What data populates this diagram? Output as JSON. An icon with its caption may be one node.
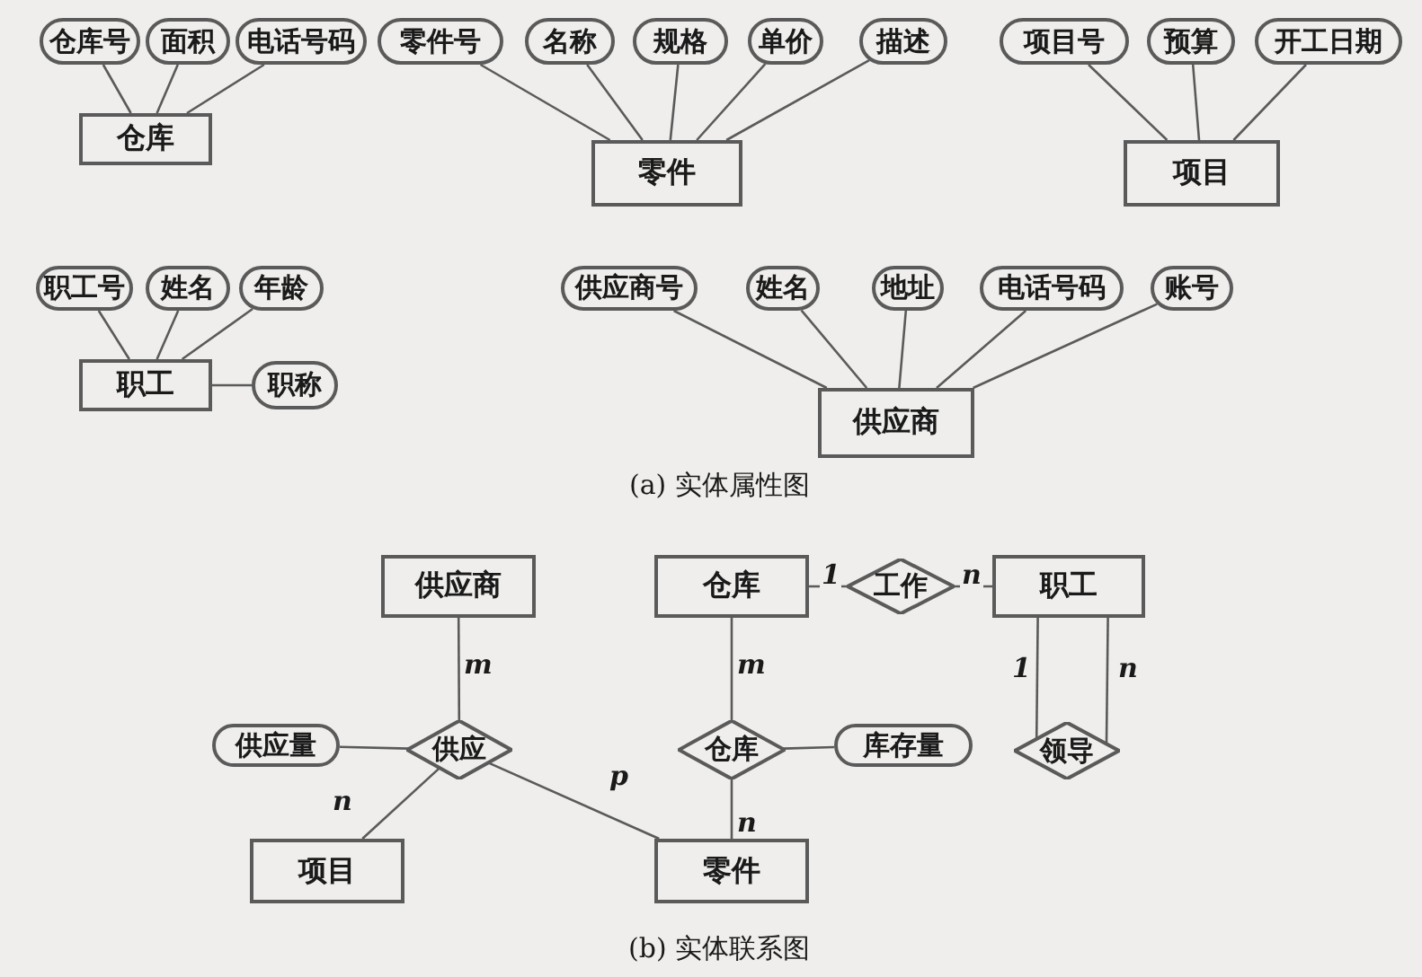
{
  "diagram": {
    "nodes": [
      {
        "text": [
          "仓库号"
        ]
      },
      {
        "text": [
          "面积"
        ]
      },
      {
        "text": [
          "电话号码"
        ]
      },
      {
        "text": [
          "仓库"
        ]
      },
      {
        "text": [
          "零件号"
        ]
      },
      {
        "text": [
          "名称"
        ]
      },
      {
        "text": [
          "规格"
        ]
      },
      {
        "text": [
          "单价"
        ]
      },
      {
        "text": [
          "描述"
        ]
      },
      {
        "text": [
          "零件"
        ]
      },
      {
        "text": [
          "项目号"
        ]
      },
      {
        "text": [
          "预算"
        ]
      },
      {
        "text": [
          "开工日期"
        ]
      },
      {
        "text": [
          "项目"
        ]
      },
      {
        "text": [
          "职工号"
        ]
      },
      {
        "text": [
          "姓名"
        ]
      },
      {
        "text": [
          "年龄"
        ]
      },
      {
        "text": [
          "职工"
        ]
      },
      {
        "text": [
          "职称"
        ]
      },
      {
        "text": [
          "供应商号"
        ]
      },
      {
        "text": [
          "姓名"
        ]
      },
      {
        "text": [
          "地址"
        ]
      },
      {
        "text": [
          "电话号码"
        ]
      },
      {
        "text": [
          "账号"
        ]
      },
      {
        "text": [
          "供应商"
        ]
      },
      {
        "text": [
          "供应商"
        ]
      },
      {
        "text": [
          "仓库"
        ]
      },
      {
        "text": [
          "工作"
        ]
      },
      {
        "text": [
          "职工"
        ]
      },
      {
        "text": [
          "供应量"
        ]
      },
      {
        "text": [
          "供应"
        ]
      },
      {
        "text": [
          "仓库"
        ]
      },
      {
        "text": [
          "库存量"
        ]
      },
      {
        "text": [
          "领导"
        ]
      },
      {
        "text": [
          "项目"
        ]
      },
      {
        "text": [
          "零件"
        ]
      }
    ],
    "edges": [
      {
        "from": 0,
        "to": 3,
        "arrow": "none"
      },
      {
        "from": 1,
        "to": 3,
        "arrow": "none"
      },
      {
        "from": 2,
        "to": 3,
        "arrow": "none"
      },
      {
        "from": 4,
        "to": 9,
        "arrow": "none"
      },
      {
        "from": 5,
        "to": 9,
        "arrow": "none"
      },
      {
        "from": 6,
        "to": 9,
        "arrow": "none"
      },
      {
        "from": 7,
        "to": 9,
        "arrow": "none"
      },
      {
        "from": 8,
        "to": 9,
        "arrow": "none"
      },
      {
        "from": 10,
        "to": 13,
        "arrow": "none"
      },
      {
        "from": 11,
        "to": 13,
        "arrow": "none"
      },
      {
        "from": 12,
        "to": 13,
        "arrow": "none"
      },
      {
        "from": 14,
        "to": 17,
        "arrow": "none"
      },
      {
        "from": 15,
        "to": 17,
        "arrow": "none"
      },
      {
        "from": 16,
        "to": 17,
        "arrow": "none"
      },
      {
        "from": 17,
        "to": 18,
        "arrow": "none"
      },
      {
        "from": 19,
        "to": 24,
        "arrow": "none"
      },
      {
        "from": 20,
        "to": 24,
        "arrow": "none"
      },
      {
        "from": 21,
        "to": 24,
        "arrow": "none"
      },
      {
        "from": 22,
        "to": 24,
        "arrow": "none"
      },
      {
        "from": 23,
        "to": 24,
        "arrow": "none"
      },
      {
        "from": 25,
        "to": 30,
        "arrow": "none",
        "label": "m"
      },
      {
        "from": 30,
        "to": 34,
        "arrow": "none",
        "label": "n"
      },
      {
        "from": 30,
        "to": 35,
        "arrow": "none",
        "label": "p"
      },
      {
        "from": 29,
        "to": 30,
        "arrow": "none"
      },
      {
        "from": 26,
        "to": 27,
        "arrow": "none",
        "label": "1"
      },
      {
        "from": 27,
        "to": 28,
        "arrow": "none",
        "label": "n"
      },
      {
        "from": 26,
        "to": 31,
        "arrow": "none",
        "label": "m"
      },
      {
        "from": 31,
        "to": 35,
        "arrow": "none",
        "label": "n"
      },
      {
        "from": 31,
        "to": 32,
        "arrow": "none"
      },
      {
        "from": 28,
        "to": 33,
        "arrow": "none",
        "label": "1"
      },
      {
        "from": 28,
        "to": 33,
        "arrow": "none",
        "label": "n"
      }
    ],
    "labels": [
      "(a) 实体属性图",
      "(b) 实体联系图"
    ]
  }
}
